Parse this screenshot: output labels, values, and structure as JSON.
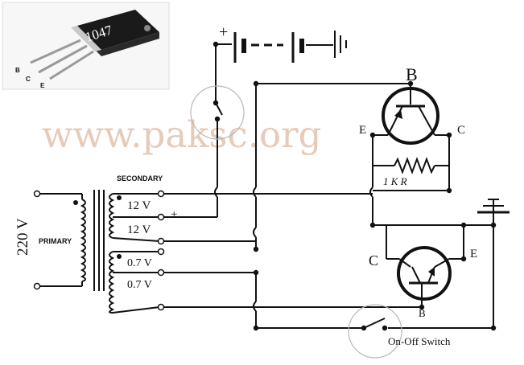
{
  "transistor_photo": {
    "part_number": "1047",
    "pins": {
      "b": "B",
      "c": "C",
      "e": "E"
    }
  },
  "watermark": "www.paksc.org",
  "battery": {
    "plus": "+"
  },
  "transformer": {
    "input_voltage": "220 V",
    "primary_label": "PRIMARY",
    "secondary_label": "SECONDARY",
    "taps": [
      "12 V",
      "12 V",
      "0.7 V",
      "0.7 V"
    ],
    "plus": "+"
  },
  "upper_transistor": {
    "b": "B",
    "e": "E",
    "c": "C"
  },
  "resistor": {
    "label": "1 K R"
  },
  "lower_transistor": {
    "c": "C",
    "e": "E",
    "b": "B"
  },
  "switch": {
    "label": "On-Off Switch"
  }
}
